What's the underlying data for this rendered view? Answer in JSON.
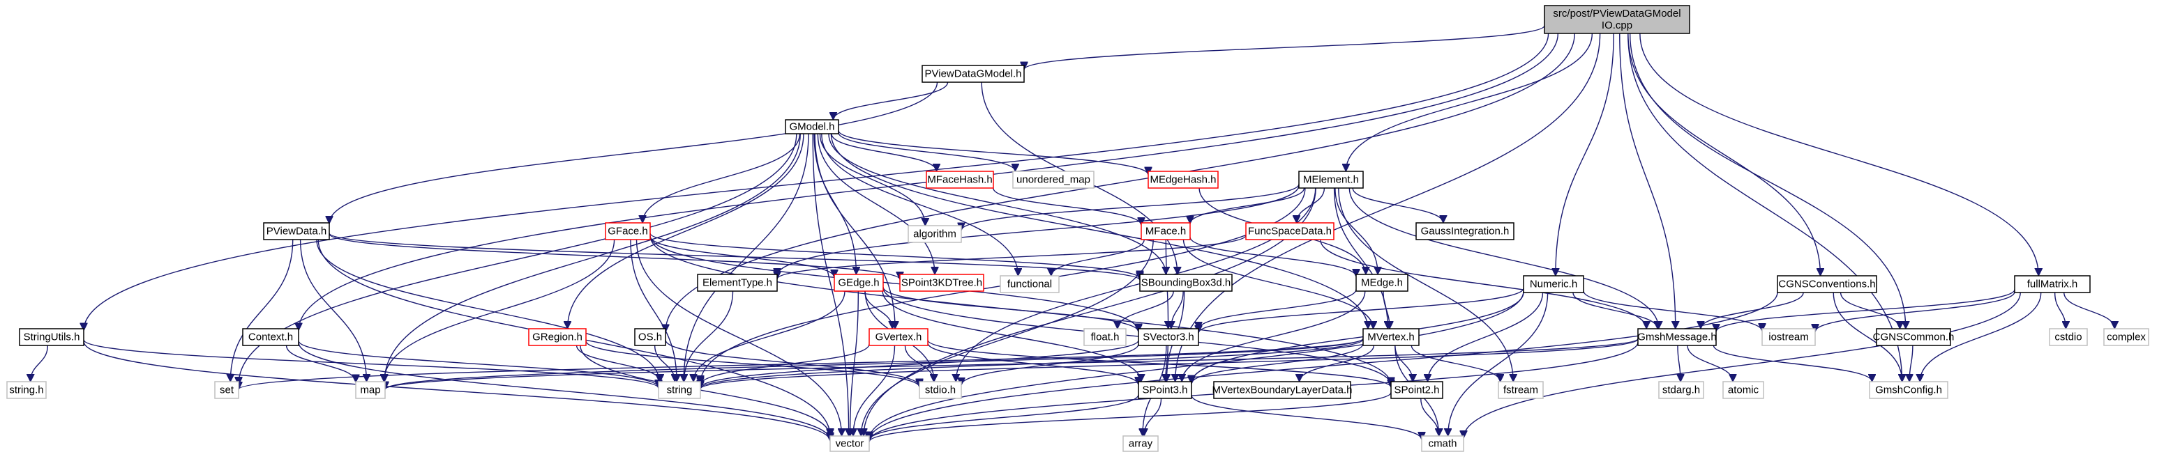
{
  "title": "src/post/PViewDataGModelIO.cpp",
  "nodes": [
    {
      "id": "root",
      "lines": [
        "src/post/PViewDataGModel",
        "IO.cpp"
      ],
      "style": "root"
    },
    {
      "id": "pvgm",
      "lines": [
        "PViewDataGModel.h"
      ],
      "style": "normal"
    },
    {
      "id": "gmodel",
      "lines": [
        "GModel.h"
      ],
      "style": "normal"
    },
    {
      "id": "strutils",
      "lines": [
        "StringUtils.h"
      ],
      "style": "normal"
    },
    {
      "id": "context",
      "lines": [
        "Context.h"
      ],
      "style": "normal"
    },
    {
      "id": "pviewdata",
      "lines": [
        "PViewData.h"
      ],
      "style": "normal"
    },
    {
      "id": "gregion",
      "lines": [
        "GRegion.h"
      ],
      "style": "red"
    },
    {
      "id": "gface",
      "lines": [
        "GFace.h"
      ],
      "style": "red"
    },
    {
      "id": "mfacehash",
      "lines": [
        "MFaceHash.h"
      ],
      "style": "red"
    },
    {
      "id": "unordered",
      "lines": [
        "unordered_map"
      ],
      "style": "grey"
    },
    {
      "id": "medgehash",
      "lines": [
        "MEdgeHash.h"
      ],
      "style": "red"
    },
    {
      "id": "algorithm",
      "lines": [
        "algorithm"
      ],
      "style": "grey"
    },
    {
      "id": "melement",
      "lines": [
        "MElement.h"
      ],
      "style": "normal"
    },
    {
      "id": "mface",
      "lines": [
        "MFace.h"
      ],
      "style": "red"
    },
    {
      "id": "funcspace",
      "lines": [
        "FuncSpaceData.h"
      ],
      "style": "red"
    },
    {
      "id": "gauss",
      "lines": [
        "GaussIntegration.h"
      ],
      "style": "normal"
    },
    {
      "id": "elementtype",
      "lines": [
        "ElementType.h"
      ],
      "style": "normal"
    },
    {
      "id": "gedge",
      "lines": [
        "GEdge.h"
      ],
      "style": "red"
    },
    {
      "id": "spoint3kd",
      "lines": [
        "SPoint3KDTree.h"
      ],
      "style": "red"
    },
    {
      "id": "functional",
      "lines": [
        "functional"
      ],
      "style": "grey"
    },
    {
      "id": "sbbox",
      "lines": [
        "SBoundingBox3d.h"
      ],
      "style": "normal"
    },
    {
      "id": "medge",
      "lines": [
        "MEdge.h"
      ],
      "style": "normal"
    },
    {
      "id": "numeric",
      "lines": [
        "Numeric.h"
      ],
      "style": "normal"
    },
    {
      "id": "cgnsconv",
      "lines": [
        "CGNSConventions.h"
      ],
      "style": "normal"
    },
    {
      "id": "fullmatrix",
      "lines": [
        "fullMatrix.h"
      ],
      "style": "normal"
    },
    {
      "id": "osh",
      "lines": [
        "OS.h"
      ],
      "style": "normal"
    },
    {
      "id": "gvertex",
      "lines": [
        "GVertex.h"
      ],
      "style": "red"
    },
    {
      "id": "floath",
      "lines": [
        "float.h"
      ],
      "style": "grey"
    },
    {
      "id": "svector3",
      "lines": [
        "SVector3.h"
      ],
      "style": "normal"
    },
    {
      "id": "mvertex",
      "lines": [
        "MVertex.h"
      ],
      "style": "normal"
    },
    {
      "id": "gmshmsg",
      "lines": [
        "GmshMessage.h"
      ],
      "style": "normal"
    },
    {
      "id": "iostream",
      "lines": [
        "iostream"
      ],
      "style": "grey"
    },
    {
      "id": "cgnscommon",
      "lines": [
        "CGNSCommon.h"
      ],
      "style": "normal"
    },
    {
      "id": "cstdio",
      "lines": [
        "cstdio"
      ],
      "style": "grey"
    },
    {
      "id": "complex",
      "lines": [
        "complex"
      ],
      "style": "grey"
    },
    {
      "id": "stringh",
      "lines": [
        "string.h"
      ],
      "style": "grey"
    },
    {
      "id": "set",
      "lines": [
        "set"
      ],
      "style": "grey"
    },
    {
      "id": "map",
      "lines": [
        "map"
      ],
      "style": "grey"
    },
    {
      "id": "string",
      "lines": [
        "string"
      ],
      "style": "grey"
    },
    {
      "id": "stdio",
      "lines": [
        "stdio.h"
      ],
      "style": "grey"
    },
    {
      "id": "spoint3",
      "lines": [
        "SPoint3.h"
      ],
      "style": "normal"
    },
    {
      "id": "mvbl",
      "lines": [
        "MVertexBoundaryLayerData.h"
      ],
      "style": "normal"
    },
    {
      "id": "spoint2",
      "lines": [
        "SPoint2.h"
      ],
      "style": "normal"
    },
    {
      "id": "fstream",
      "lines": [
        "fstream"
      ],
      "style": "grey"
    },
    {
      "id": "stdarg",
      "lines": [
        "stdarg.h"
      ],
      "style": "grey"
    },
    {
      "id": "atomic",
      "lines": [
        "atomic"
      ],
      "style": "grey"
    },
    {
      "id": "gmshconfig",
      "lines": [
        "GmshConfig.h"
      ],
      "style": "grey"
    },
    {
      "id": "vector",
      "lines": [
        "vector"
      ],
      "style": "grey"
    },
    {
      "id": "array",
      "lines": [
        "array"
      ],
      "style": "grey"
    },
    {
      "id": "cmath",
      "lines": [
        "cmath"
      ],
      "style": "grey"
    }
  ],
  "edges": [
    [
      "root",
      "pvgm"
    ],
    [
      "root",
      "strutils"
    ],
    [
      "root",
      "context"
    ],
    [
      "root",
      "osh"
    ],
    [
      "root",
      "melement"
    ],
    [
      "root",
      "numeric"
    ],
    [
      "root",
      "gmshmsg"
    ],
    [
      "root",
      "cgnsconv"
    ],
    [
      "root",
      "cgnscommon"
    ],
    [
      "root",
      "fullmatrix"
    ],
    [
      "root",
      "gmshconfig"
    ],
    [
      "root",
      "spoint3"
    ],
    [
      "pvgm",
      "gmodel"
    ],
    [
      "pvgm",
      "pviewdata"
    ],
    [
      "pvgm",
      "sbbox"
    ],
    [
      "gmodel",
      "gregion"
    ],
    [
      "gmodel",
      "gface"
    ],
    [
      "gmodel",
      "mfacehash"
    ],
    [
      "gmodel",
      "unordered"
    ],
    [
      "gmodel",
      "medgehash"
    ],
    [
      "gmodel",
      "algorithm"
    ],
    [
      "gmodel",
      "gedge"
    ],
    [
      "gmodel",
      "spoint3kd"
    ],
    [
      "gmodel",
      "functional"
    ],
    [
      "gmodel",
      "sbbox"
    ],
    [
      "gmodel",
      "gvertex"
    ],
    [
      "gmodel",
      "set"
    ],
    [
      "gmodel",
      "map"
    ],
    [
      "gmodel",
      "string"
    ],
    [
      "gmodel",
      "vector"
    ],
    [
      "gmodel",
      "mvertex"
    ],
    [
      "mfacehash",
      "mface"
    ],
    [
      "medgehash",
      "medge"
    ],
    [
      "melement",
      "mface"
    ],
    [
      "melement",
      "funcspace"
    ],
    [
      "melement",
      "gauss"
    ],
    [
      "melement",
      "elementtype"
    ],
    [
      "melement",
      "medge"
    ],
    [
      "melement",
      "algorithm"
    ],
    [
      "melement",
      "mvertex"
    ],
    [
      "melement",
      "gmshmsg"
    ],
    [
      "melement",
      "string"
    ],
    [
      "melement",
      "stdio"
    ],
    [
      "melement",
      "fstream"
    ],
    [
      "melement",
      "vector"
    ],
    [
      "mface",
      "medge"
    ],
    [
      "mface",
      "functional"
    ],
    [
      "mface",
      "mvertex"
    ],
    [
      "mface",
      "svector3"
    ],
    [
      "mface",
      "vector"
    ],
    [
      "funcspace",
      "gmshmsg"
    ],
    [
      "funcspace",
      "elementtype"
    ],
    [
      "gface",
      "gedge"
    ],
    [
      "gface",
      "spoint2"
    ],
    [
      "gface",
      "svector3"
    ],
    [
      "gface",
      "string"
    ],
    [
      "gface",
      "map"
    ],
    [
      "gface",
      "vector"
    ],
    [
      "gface",
      "sbbox"
    ],
    [
      "gedge",
      "gvertex"
    ],
    [
      "gedge",
      "svector3"
    ],
    [
      "gedge",
      "spoint2"
    ],
    [
      "gedge",
      "spoint3"
    ],
    [
      "gedge",
      "string"
    ],
    [
      "gedge",
      "vector"
    ],
    [
      "gedge",
      "stdio"
    ],
    [
      "gvertex",
      "spoint2"
    ],
    [
      "gvertex",
      "spoint3"
    ],
    [
      "gvertex",
      "string"
    ],
    [
      "gvertex",
      "vector"
    ],
    [
      "gvertex",
      "stdio"
    ],
    [
      "gregion",
      "string"
    ],
    [
      "gregion",
      "vector"
    ],
    [
      "gregion",
      "stdio"
    ],
    [
      "pviewdata",
      "string"
    ],
    [
      "pviewdata",
      "set"
    ],
    [
      "pviewdata",
      "map"
    ],
    [
      "pviewdata",
      "vector"
    ],
    [
      "pviewdata",
      "spoint3kd"
    ],
    [
      "pviewdata",
      "sbbox"
    ],
    [
      "context",
      "string"
    ],
    [
      "context",
      "map"
    ],
    [
      "context",
      "vector"
    ],
    [
      "strutils",
      "string"
    ],
    [
      "strutils",
      "stringh"
    ],
    [
      "strutils",
      "vector"
    ],
    [
      "osh",
      "string"
    ],
    [
      "osh",
      "stdio"
    ],
    [
      "elementtype",
      "string"
    ],
    [
      "sbbox",
      "floath"
    ],
    [
      "sbbox",
      "svector3"
    ],
    [
      "sbbox",
      "spoint3"
    ],
    [
      "medge",
      "svector3"
    ],
    [
      "medge",
      "mvertex"
    ],
    [
      "medge",
      "spoint3"
    ],
    [
      "numeric",
      "svector3"
    ],
    [
      "numeric",
      "spoint3"
    ],
    [
      "numeric",
      "spoint2"
    ],
    [
      "numeric",
      "vector"
    ],
    [
      "numeric",
      "cmath"
    ],
    [
      "numeric",
      "gmshmsg"
    ],
    [
      "numeric",
      "iostream"
    ],
    [
      "mvertex",
      "mvbl"
    ],
    [
      "mvertex",
      "spoint2"
    ],
    [
      "mvertex",
      "spoint3"
    ],
    [
      "mvertex",
      "cmath"
    ],
    [
      "mvertex",
      "fstream"
    ],
    [
      "mvertex",
      "set"
    ],
    [
      "mvertex",
      "map"
    ],
    [
      "mvertex",
      "string"
    ],
    [
      "svector3",
      "spoint3"
    ],
    [
      "svector3",
      "array"
    ],
    [
      "svector3",
      "stdio"
    ],
    [
      "svector3",
      "string"
    ],
    [
      "spoint3",
      "cmath"
    ],
    [
      "spoint3",
      "vector"
    ],
    [
      "spoint3",
      "array"
    ],
    [
      "spoint2",
      "cmath"
    ],
    [
      "spoint2",
      "vector"
    ],
    [
      "gmshmsg",
      "gmshconfig"
    ],
    [
      "gmshmsg",
      "string"
    ],
    [
      "gmshmsg",
      "stdarg"
    ],
    [
      "gmshmsg",
      "atomic"
    ],
    [
      "gmshmsg",
      "vector"
    ],
    [
      "gmshmsg",
      "map"
    ],
    [
      "cgnsconv",
      "gmshmsg"
    ],
    [
      "cgnsconv",
      "cgnscommon"
    ],
    [
      "cgnsconv",
      "gmshconfig"
    ],
    [
      "cgnsconv",
      "vector"
    ],
    [
      "cgnscommon",
      "gmshconfig"
    ],
    [
      "fullmatrix",
      "gmshmsg"
    ],
    [
      "fullmatrix",
      "gmshconfig"
    ],
    [
      "fullmatrix",
      "iostream"
    ],
    [
      "fullmatrix",
      "cstdio"
    ],
    [
      "fullmatrix",
      "complex"
    ],
    [
      "fullmatrix",
      "cmath"
    ]
  ]
}
